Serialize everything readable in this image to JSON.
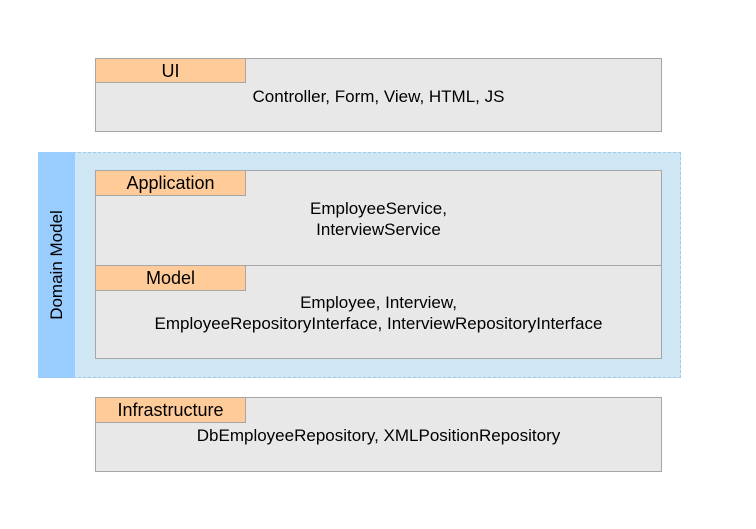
{
  "layers": {
    "ui": {
      "label": "UI",
      "contents": [
        "Controller, Form, View, HTML, JS"
      ]
    },
    "application": {
      "label": "Application",
      "contents": [
        "EmployeeService,",
        "InterviewService"
      ]
    },
    "model": {
      "label": "Model",
      "contents": [
        "Employee, Interview,",
        "EmployeeRepositoryInterface, InterviewRepositoryInterface"
      ]
    },
    "infrastructure": {
      "label": "Infrastructure",
      "contents": [
        "DbEmployeeRepository, XMLPositionRepository"
      ]
    }
  },
  "domain_model": {
    "label": "Domain Model"
  },
  "colors": {
    "layer_fill": "#e8e8e8",
    "tag_fill": "#ffcc99",
    "domain_fill": "#cfe6f5",
    "domain_bar": "#99ccff"
  }
}
